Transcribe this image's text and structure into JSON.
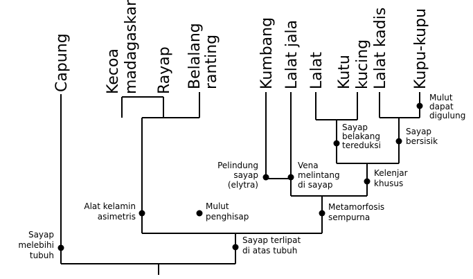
{
  "taxa": [
    {
      "id": "capung",
      "lines": [
        "Capung"
      ]
    },
    {
      "id": "kecoa",
      "lines": [
        "Kecoa",
        "madagaskar"
      ]
    },
    {
      "id": "rayap",
      "lines": [
        "Rayap"
      ]
    },
    {
      "id": "belalang",
      "lines": [
        "Belalang",
        "ranting"
      ]
    },
    {
      "id": "kumbang",
      "lines": [
        "Kumbang"
      ]
    },
    {
      "id": "lalat-jala",
      "lines": [
        "Lalat jala"
      ]
    },
    {
      "id": "lalat",
      "lines": [
        "Lalat"
      ]
    },
    {
      "id": "kutu",
      "lines": [
        "Kutu",
        "kucing"
      ]
    },
    {
      "id": "lalat-kadis",
      "lines": [
        "Lalat kadis"
      ]
    },
    {
      "id": "kupu",
      "lines": [
        "Kupu-kupu"
      ]
    }
  ],
  "traits": [
    {
      "id": "sayap-melebihi",
      "lines": [
        "Sayap",
        "melebihi",
        "tubuh"
      ]
    },
    {
      "id": "alat-kelamin",
      "lines": [
        "Alat kelamin",
        "asimetris"
      ]
    },
    {
      "id": "mulut-penghisap",
      "lines": [
        "Mulut",
        "penghisap"
      ]
    },
    {
      "id": "sayap-terlipat",
      "lines": [
        "Sayap terlipat",
        "di atas tubuh"
      ]
    },
    {
      "id": "pelindung",
      "lines": [
        "Pelindung",
        "sayap",
        "(elytra)"
      ]
    },
    {
      "id": "vena",
      "lines": [
        "Vena",
        "melintang",
        "di sayap"
      ]
    },
    {
      "id": "metamorfosis",
      "lines": [
        "Metamorfosis",
        "sempurna"
      ]
    },
    {
      "id": "kelenjar",
      "lines": [
        "Kelenjar",
        "khusus"
      ]
    },
    {
      "id": "sayap-belakang",
      "lines": [
        "Sayap",
        "belakang",
        "tereduksi"
      ]
    },
    {
      "id": "sayap-bersisik",
      "lines": [
        "Sayap",
        "bersisik"
      ]
    },
    {
      "id": "mulut-digulung",
      "lines": [
        "Mulut",
        "dapat",
        "digulung"
      ]
    }
  ]
}
